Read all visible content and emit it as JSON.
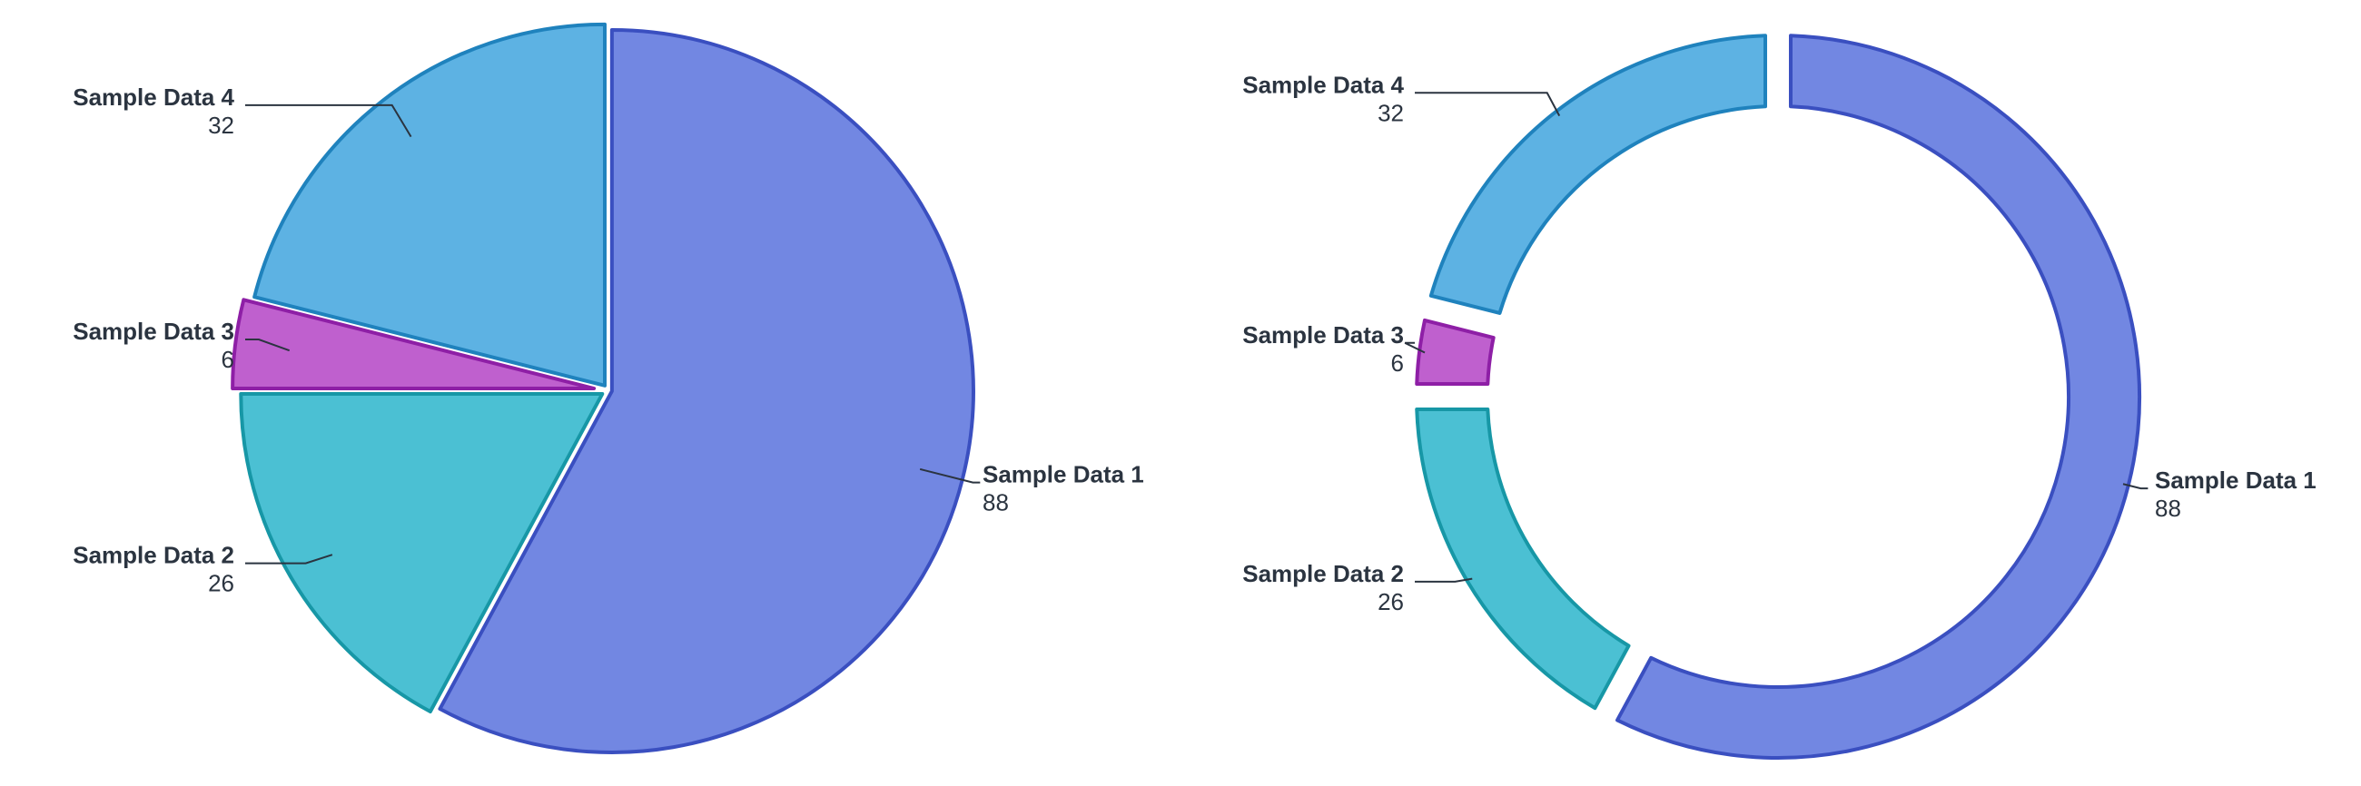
{
  "chart_data": [
    {
      "type": "pie",
      "categories": [
        "Sample Data 1",
        "Sample Data 2",
        "Sample Data 3",
        "Sample Data 4"
      ],
      "values": [
        88,
        26,
        6,
        32
      ],
      "value_labels": [
        "88",
        "26",
        "6",
        "32"
      ],
      "colors": {
        "fill": [
          "#7287e2",
          "#4bc0d3",
          "#bf60ce",
          "#5db2e3"
        ],
        "stroke": [
          "#3a4fc0",
          "#1797a6",
          "#8e1fa6",
          "#1f82bd"
        ],
        "leader": "#2b3440",
        "label": "#2b3440"
      }
    },
    {
      "type": "donut",
      "categories": [
        "Sample Data 1",
        "Sample Data 2",
        "Sample Data 3",
        "Sample Data 4"
      ],
      "values": [
        88,
        26,
        6,
        32
      ],
      "value_labels": [
        "88",
        "26",
        "6",
        "32"
      ],
      "colors": {
        "fill": [
          "#7287e2",
          "#4bc0d3",
          "#bf60ce",
          "#5db2e3"
        ],
        "stroke": [
          "#3a4fc0",
          "#1797a6",
          "#8e1fa6",
          "#1f82bd"
        ],
        "leader": "#2b3440",
        "label": "#2b3440"
      }
    }
  ]
}
